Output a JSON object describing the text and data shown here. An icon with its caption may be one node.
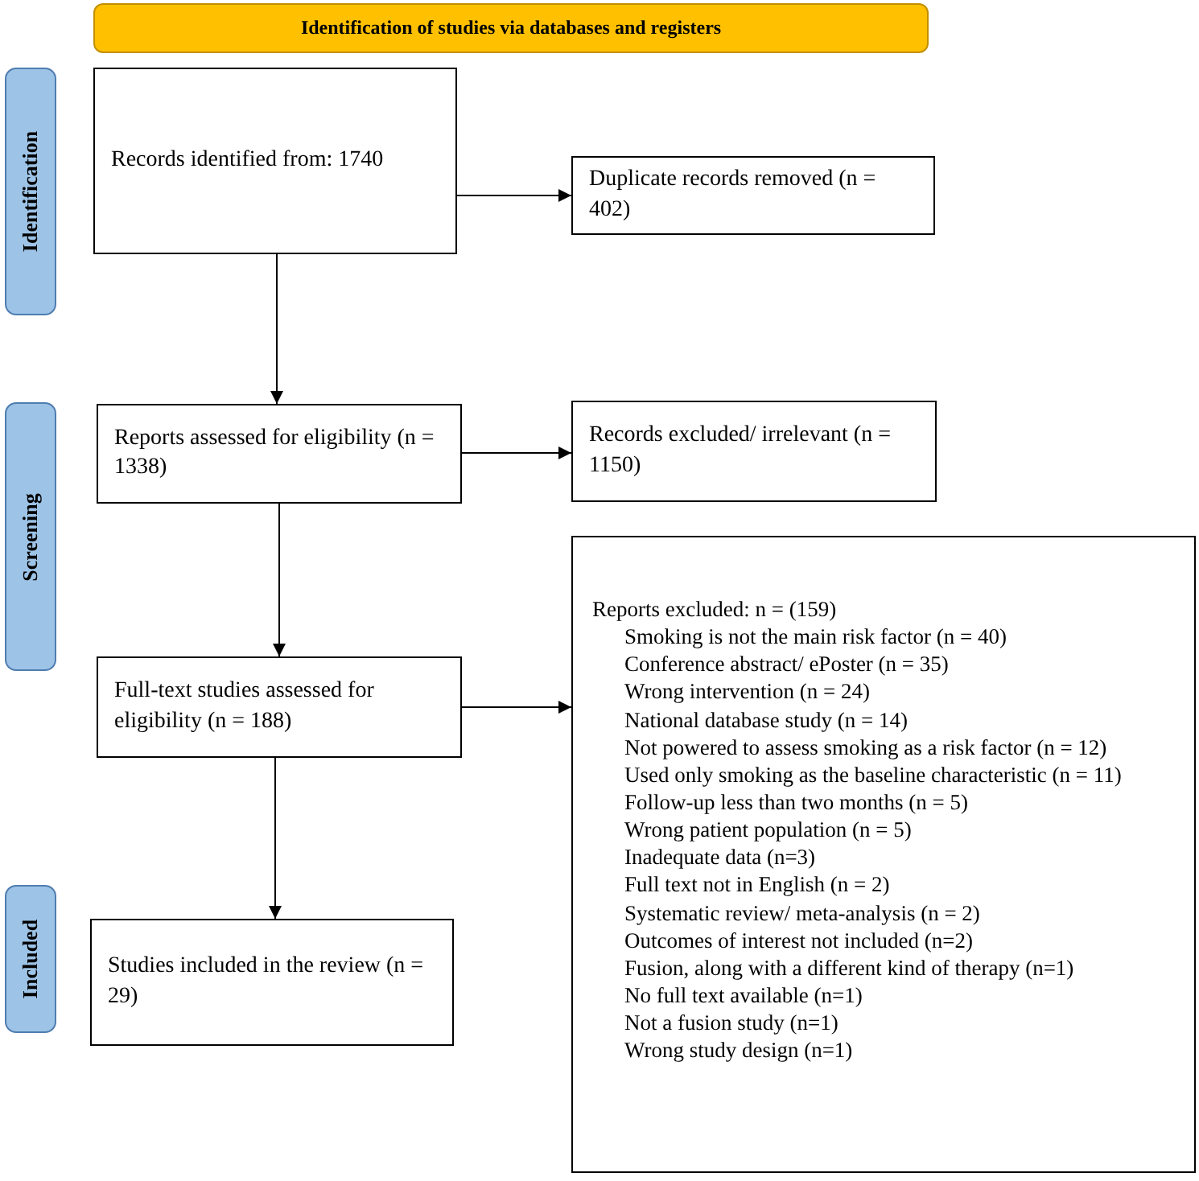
{
  "diagram": {
    "nodes": [
      {
        "text": [
          "Identification of studies via databases and registers"
        ]
      },
      {
        "text": [
          "Identification"
        ]
      },
      {
        "text": [
          "Records identified from: 1740"
        ]
      },
      {
        "text": [
          "Duplicate records removed (n = 402)"
        ]
      },
      {
        "text": [
          "Screening"
        ]
      },
      {
        "text": [
          "Reports assessed for eligibility (n = 1338)"
        ]
      },
      {
        "text": [
          "Records excluded/ irrelevant (n = 1150)"
        ]
      },
      {
        "text": [
          "Full-text studies assessed for eligibility (n = 188)"
        ]
      },
      {
        "text": [
          "Reports excluded: n = (159)",
          "Smoking is not the main risk factor (n = 40)",
          "Conference abstract/ ePoster (n = 35)",
          "Wrong intervention (n = 24)",
          "National database study (n = 14)",
          "Not powered to assess smoking as a risk factor (n = 12)",
          "Used only smoking as the baseline characteristic (n = 11)",
          "Follow-up less than two months (n = 5)",
          "Wrong patient population (n = 5)",
          "Inadequate data (n=3)",
          "Full text not in English (n = 2)",
          "Systematic review/ meta-analysis (n = 2)",
          "Outcomes of interest not included (n=2)",
          "Fusion, along with a different kind of therapy (n=1)",
          "No full text available (n=1)",
          "Not a fusion study (n=1)",
          "Wrong study design (n=1)"
        ]
      },
      {
        "text": [
          "Included"
        ]
      },
      {
        "text": [
          "Studies included in the review (n = 29)"
        ]
      }
    ],
    "edges": [
      {
        "from": 2,
        "to": 3,
        "arrow": "to"
      },
      {
        "from": 2,
        "to": 5,
        "arrow": "to"
      },
      {
        "from": 5,
        "to": 6,
        "arrow": "to"
      },
      {
        "from": 5,
        "to": 7,
        "arrow": "to"
      },
      {
        "from": 7,
        "to": 8,
        "arrow": "to"
      },
      {
        "from": 7,
        "to": 10,
        "arrow": "to"
      }
    ]
  }
}
